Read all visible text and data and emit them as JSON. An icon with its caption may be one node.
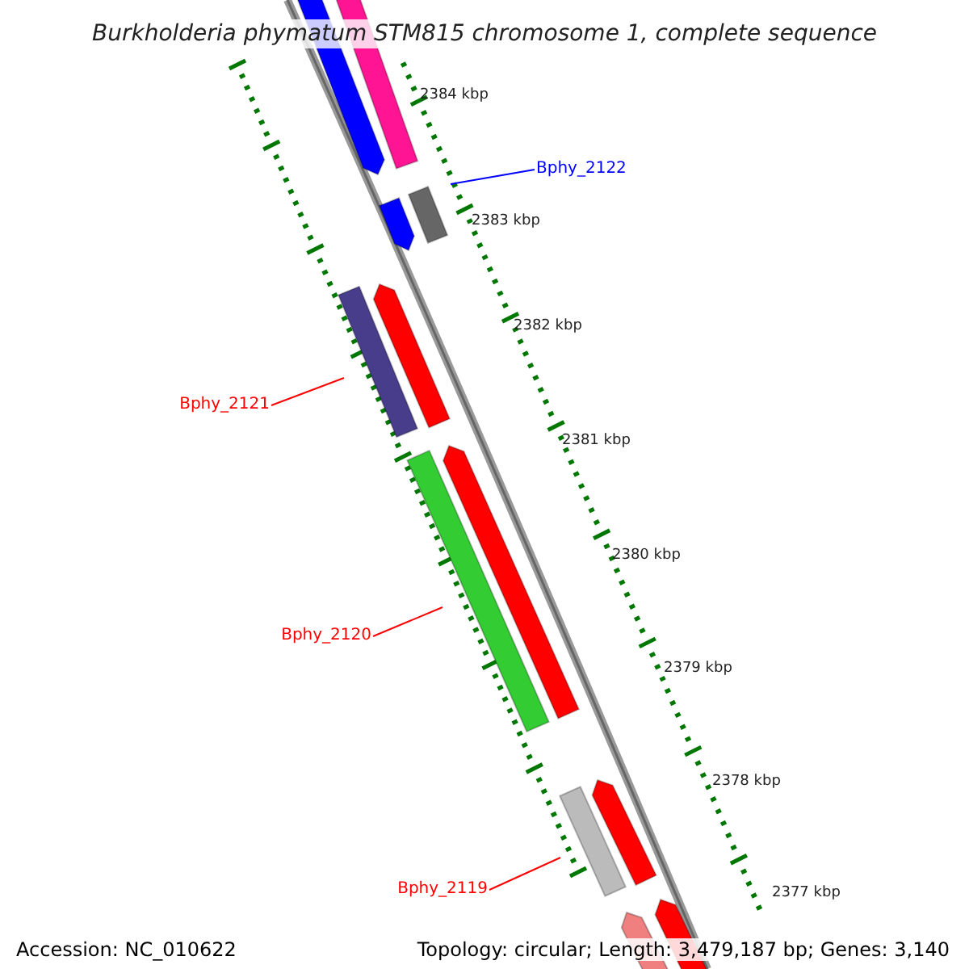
{
  "diagram": {
    "title": "Burkholderia phymatum STM815 chromosome 1, complete sequence",
    "nodes": [
      {
        "text": [
          "Bphy_2122"
        ]
      },
      {
        "text": [
          "Bphy_2121"
        ]
      },
      {
        "text": [
          "Bphy_2120"
        ]
      },
      {
        "text": [
          "Bphy_2119"
        ]
      }
    ],
    "edges": [
      {
        "from": 0,
        "to": null,
        "arrow": "none",
        "color": "#0000ff"
      },
      {
        "from": 1,
        "to": null,
        "arrow": "none"
      },
      {
        "from": 2,
        "to": null,
        "arrow": "none"
      },
      {
        "from": 3,
        "to": null,
        "arrow": "none"
      }
    ],
    "labels": [
      "2384 kbp",
      "2383 kbp",
      "2382 kbp",
      "2381 kbp",
      "2380 kbp",
      "2379 kbp",
      "2378 kbp",
      "2377 kbp",
      "Accession: NC_010622",
      "Topology: circular; Length: 3,479,187 bp; Genes: 3,140"
    ]
  }
}
